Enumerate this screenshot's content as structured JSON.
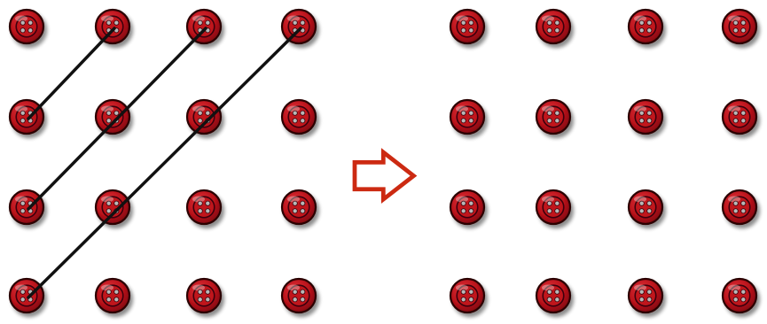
{
  "puzzle": {
    "button_icon": "red-sewing-button-icon",
    "arrow_icon": "right-arrow-outline-icon",
    "colors": {
      "button_fill": "#c0141c",
      "button_shadow": "#5a0a0e",
      "button_hole": "#b8b8b8",
      "thread": "#111111",
      "arrow": "#cc2a12"
    },
    "before": {
      "grid_size": [
        4,
        4
      ],
      "threads": [
        {
          "from": [
            0,
            1
          ],
          "to": [
            1,
            0
          ]
        },
        {
          "from": [
            0,
            2
          ],
          "to": [
            2,
            0
          ]
        },
        {
          "from": [
            0,
            3
          ],
          "to": [
            3,
            0
          ]
        }
      ]
    },
    "after": {
      "grid_size": [
        4,
        4
      ],
      "threads": []
    }
  }
}
